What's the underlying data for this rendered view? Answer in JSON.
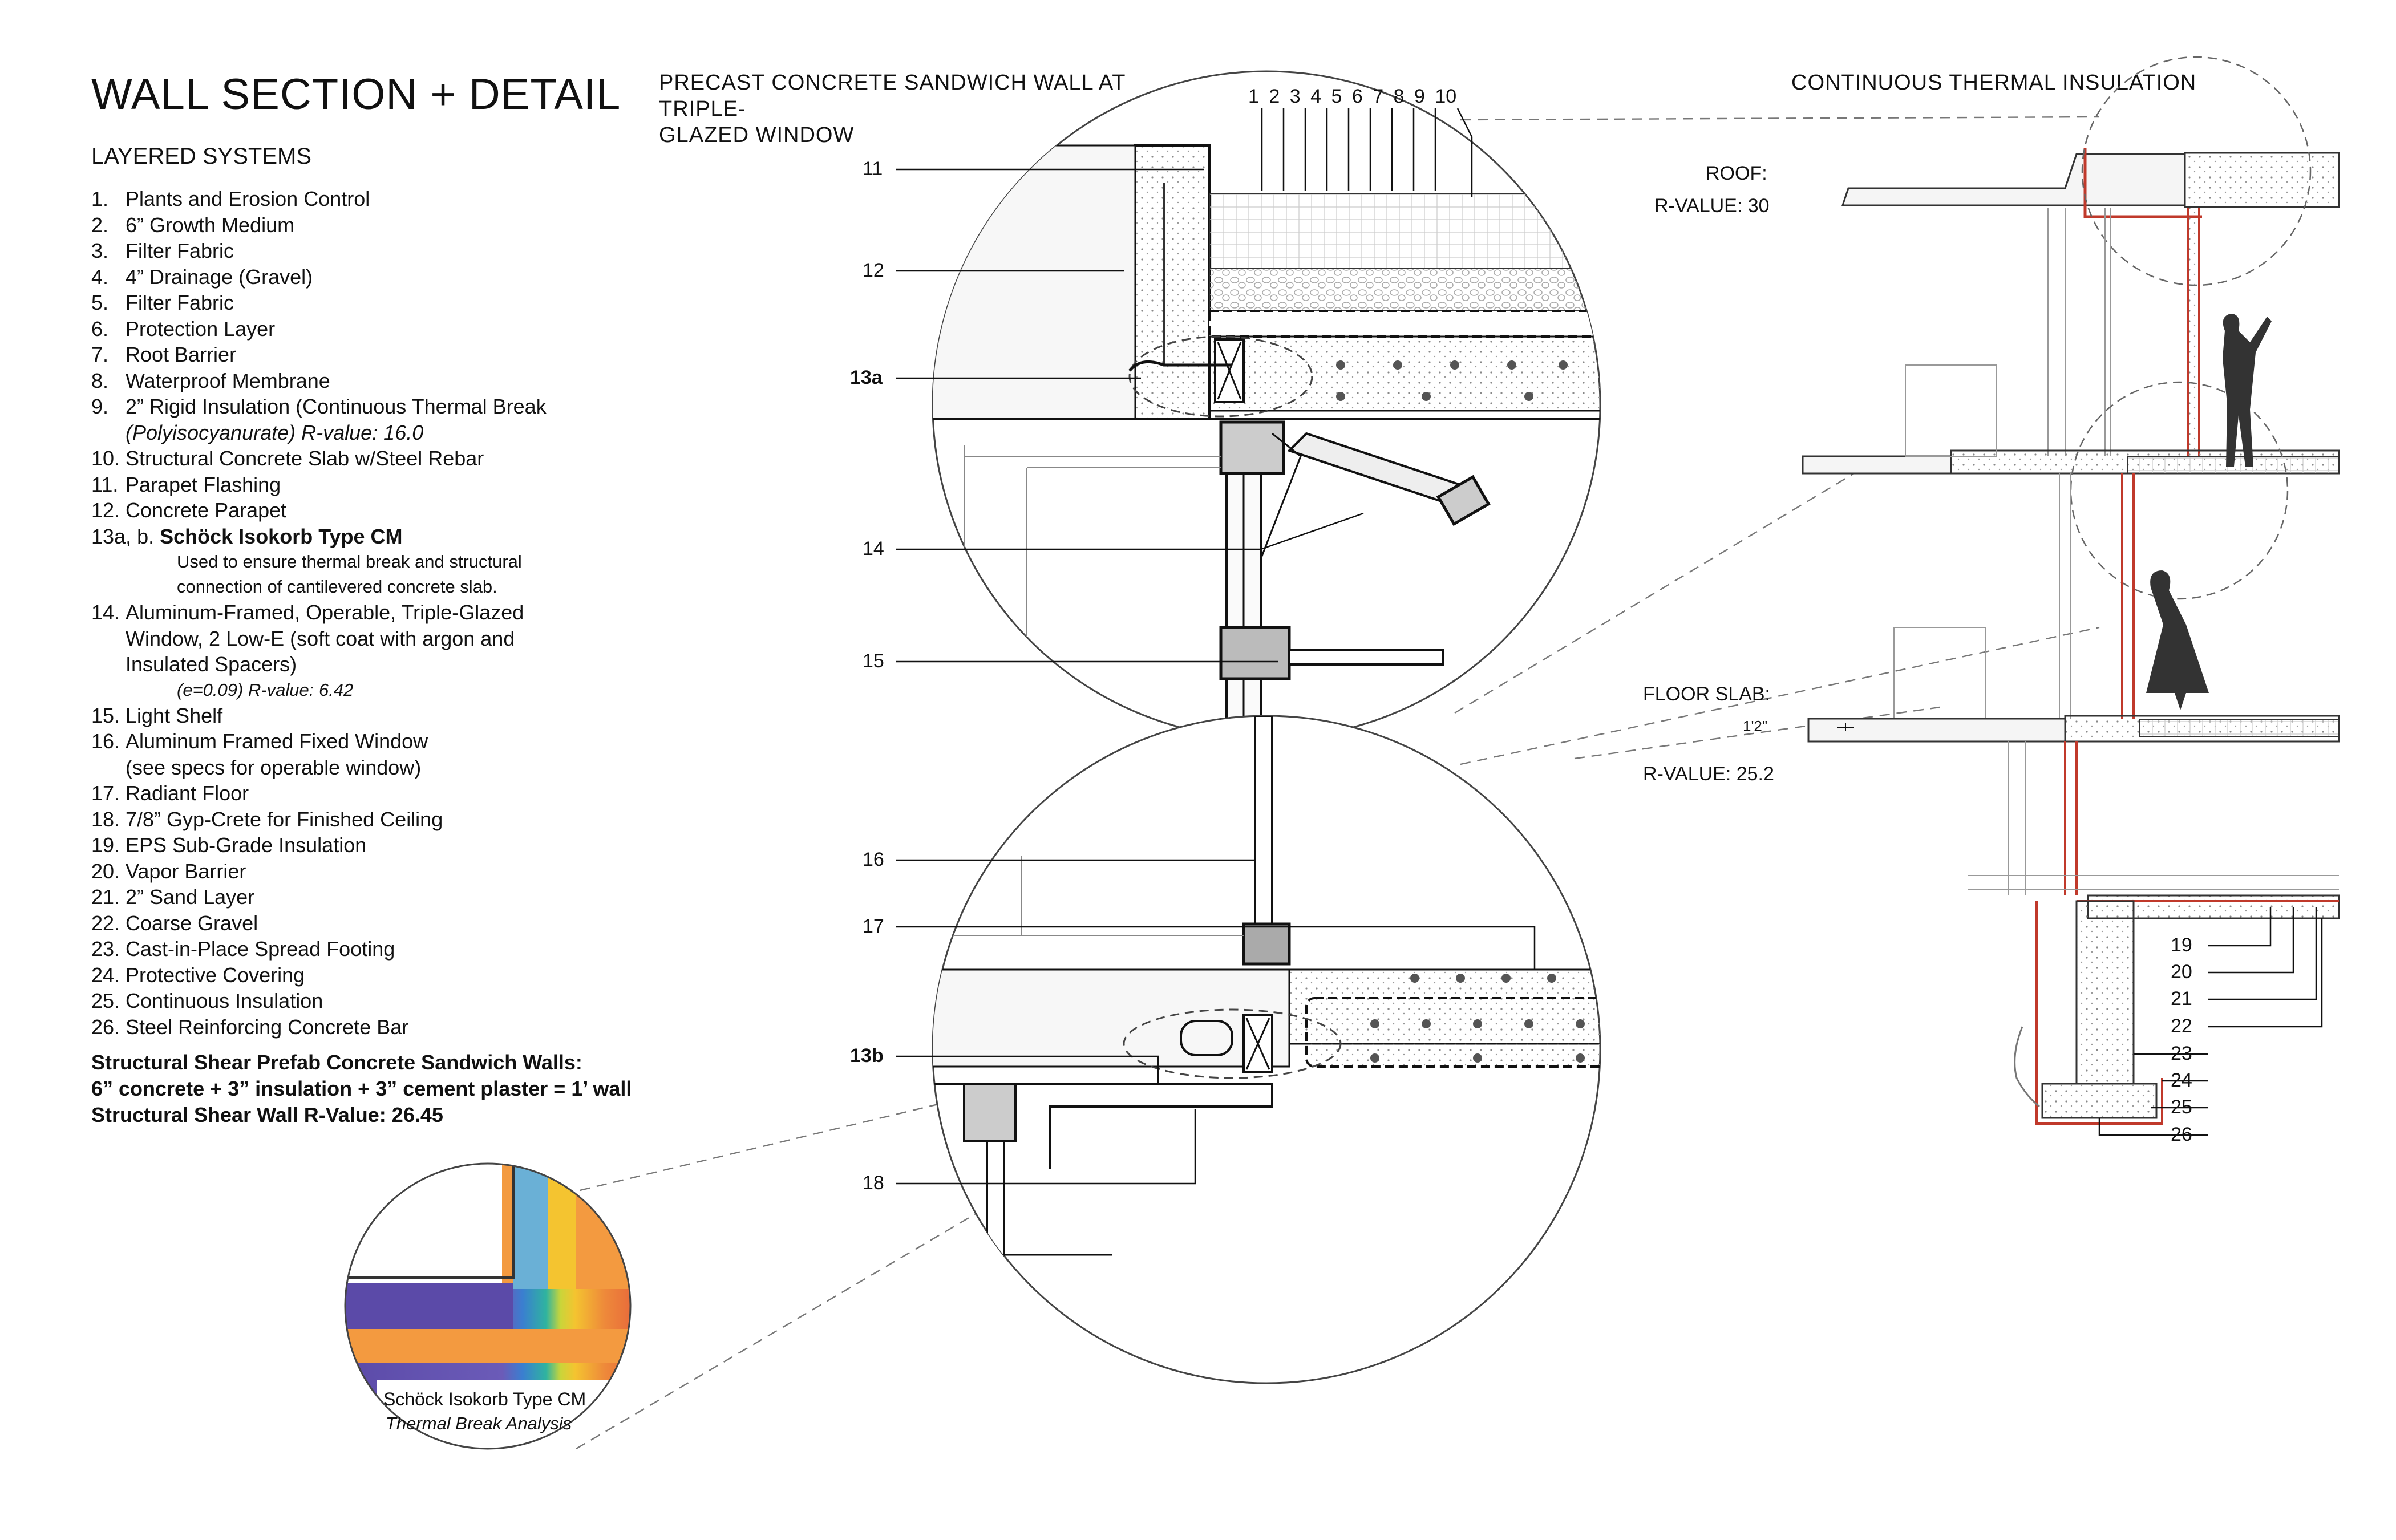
{
  "title": "WALL SECTION + DETAIL",
  "subtitle": "LAYERED SYSTEMS",
  "legend": [
    {
      "num": "1.",
      "text": "Plants and Erosion Control"
    },
    {
      "num": "2.",
      "text": "6” Growth Medium"
    },
    {
      "num": "3.",
      "text": "Filter Fabric"
    },
    {
      "num": "4.",
      "text": "4” Drainage (Gravel)"
    },
    {
      "num": "5.",
      "text": "Filter Fabric"
    },
    {
      "num": "6.",
      "text": "Protection Layer"
    },
    {
      "num": "7.",
      "text": "Root Barrier"
    },
    {
      "num": "8.",
      "text": "Waterproof Membrane"
    },
    {
      "num": "9.",
      "text": "2” Rigid Insulation (Continuous Thermal Break",
      "cont": "(Polyisocyanurate) R-value: 16.0"
    },
    {
      "num": "10.",
      "text": "Structural Concrete Slab w/Steel Rebar"
    },
    {
      "num": "11.",
      "text": "Parapet Flashing"
    },
    {
      "num": "12.",
      "text": "Concrete Parapet"
    },
    {
      "num": "13a, b.",
      "text": "Schöck Isokorb Type CM",
      "note1": "Used to ensure thermal break and structural",
      "note2": "connection of cantilevered concrete slab."
    },
    {
      "num": "14.",
      "text": "Aluminum-Framed, Operable, Triple-Glazed",
      "cont1": "Window, 2 Low-E (soft coat with argon and",
      "cont2": "Insulated Spacers)",
      "note": "(e=0.09) R-value: 6.42"
    },
    {
      "num": "15.",
      "text": "Light Shelf"
    },
    {
      "num": "16.",
      "text": "Aluminum Framed Fixed Window",
      "cont": "(see specs for operable window)"
    },
    {
      "num": "17.",
      "text": "Radiant Floor"
    },
    {
      "num": "18.",
      "text": "7/8” Gyp-Crete for Finished Ceiling"
    },
    {
      "num": "19.",
      "text": "EPS Sub-Grade Insulation"
    },
    {
      "num": "20.",
      "text": "Vapor Barrier"
    },
    {
      "num": "21.",
      "text": "2” Sand Layer"
    },
    {
      "num": "22.",
      "text": "Coarse Gravel"
    },
    {
      "num": "23.",
      "text": "Cast-in-Place Spread Footing"
    },
    {
      "num": "24.",
      "text": "Protective Covering"
    },
    {
      "num": "25.",
      "text": "Continuous Insulation"
    },
    {
      "num": "26.",
      "text": "Steel Reinforcing Concrete Bar"
    }
  ],
  "structural": {
    "line1": "Structural Shear Prefab Concrete Sandwich Walls:",
    "line2": "6” concrete + 3” insulation + 3” cement plaster = 1’ wall",
    "line3": "Structural Shear Wall R-Value: 26.45"
  },
  "middle": {
    "title_line1": "PRECAST CONCRETE SANDWICH WALL AT TRIPLE-",
    "title_line2": "GLAZED WINDOW",
    "top_numbers": [
      "1",
      "2",
      "3",
      "4",
      "5",
      "6",
      "7",
      "8",
      "9",
      "10"
    ],
    "callouts": [
      "11",
      "12",
      "13a",
      "14",
      "15",
      "16",
      "17",
      "13b",
      "18"
    ]
  },
  "right": {
    "title": "CONTINUOUS THERMAL INSULATION",
    "roof_label": "ROOF:",
    "roof_rvalue": "R-VALUE: 30",
    "floor_label": "FLOOR SLAB:",
    "floor_dim": "1'2\"",
    "floor_rvalue": "R-VALUE: 25.2",
    "callouts": [
      "19",
      "20",
      "21",
      "22",
      "23",
      "24",
      "25",
      "26"
    ]
  },
  "inset": {
    "caption": "Schöck Isokorb Type CM",
    "caption_sub": "Thermal Break Analysis"
  },
  "colors": {
    "ink": "#111111",
    "insulation_red": "#c0392b",
    "thermal_purple": "#5b4aa8",
    "thermal_orange": "#ee8a3a"
  }
}
